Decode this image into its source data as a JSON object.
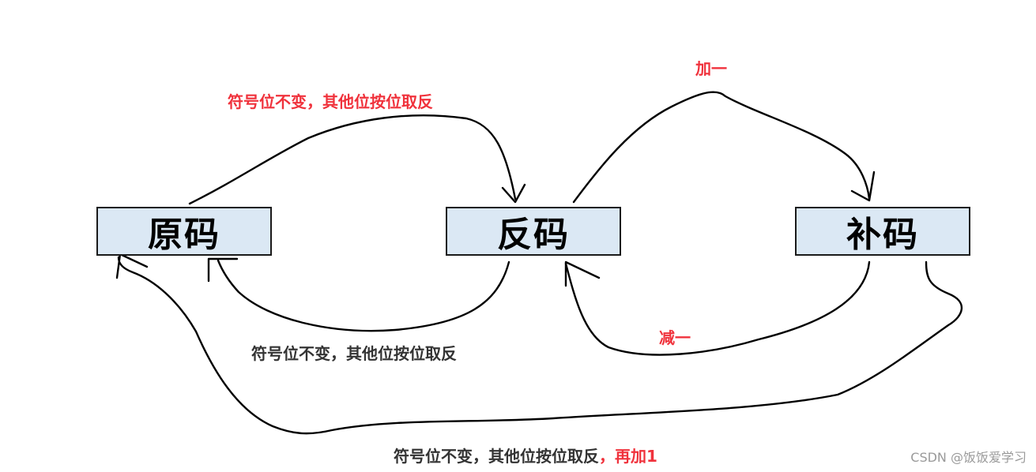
{
  "nodes": {
    "original": "原码",
    "ones_complement": "反码",
    "twos_complement": "补码"
  },
  "labels": {
    "top_left": "符号位不变，其他位按位取反",
    "top_right": "加一",
    "middle_right": "减一",
    "middle_left": "符号位不变，其他位按位取反",
    "bottom_main": "符号位不变，其他位按位取反",
    "bottom_suffix": "，再加1"
  },
  "watermark": "CSDN @饭饭爱学习",
  "colors": {
    "red_label": "#f0323c",
    "dark_label": "#333333",
    "box_fill": "#dbe8f4"
  }
}
